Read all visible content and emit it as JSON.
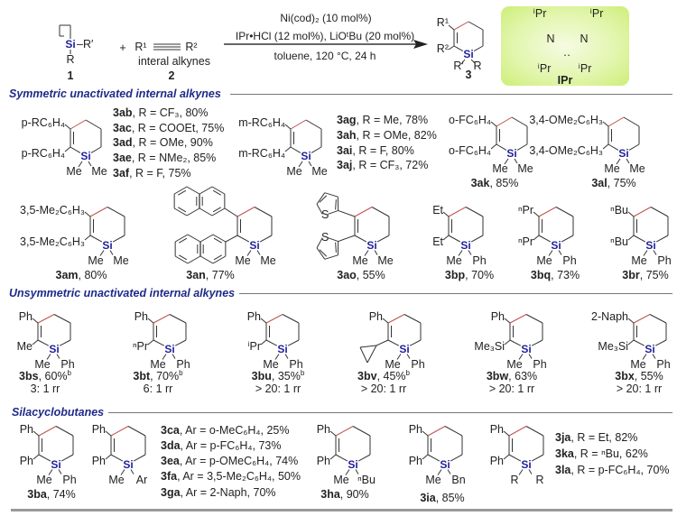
{
  "scheme": {
    "reactant1": {
      "si": "Si",
      "r_prime": "–R′",
      "r": "R",
      "number": "1"
    },
    "plus": "+",
    "reactant2": {
      "r1": "R¹",
      "r2": "R²",
      "caption": "interal alkynes",
      "number": "2"
    },
    "conditions": [
      "Ni(cod)₂ (10 mol%)",
      "IPr•HCl (12 mol%), LiOᵗBu (20 mol%)",
      "toluene, 120 °C, 24 h"
    ],
    "product": {
      "r1": "R¹",
      "r2": "R²",
      "si": "Si",
      "r_prime": "R′",
      "r": "R",
      "number": "3"
    },
    "ligand": {
      "name": "IPr",
      "n": "N",
      "ipr": "ⁱPr",
      "carbene_dots": "··"
    }
  },
  "sections": [
    {
      "title": "Symmetric unactivated internal alkynes"
    },
    {
      "title": "Unsymmetric unactivated internal alkynes"
    },
    {
      "title": "Silacyclobutanes"
    }
  ],
  "si_label": "Si",
  "thiophene_s": "S",
  "structures": [
    {
      "r1": "p-RC₆H₄",
      "r2": "p-RC₆H₄",
      "si_left": "Me",
      "si_right": "Me"
    },
    {
      "r1": "m-RC₆H₄",
      "r2": "m-RC₆H₄",
      "si_left": "Me",
      "si_right": "Me"
    },
    {
      "r1": "o-FC₆H₄",
      "r2": "o-FC₆H₄",
      "si_left": "Me",
      "si_right": "Me",
      "label": {
        "id": "3ak",
        "text": ", 85%"
      }
    },
    {
      "r1": "3,4-OMe₂C₆H₃",
      "r2": "3,4-OMe₂C₆H₃",
      "si_left": "Me",
      "si_right": "Me",
      "label": {
        "id": "3al",
        "text": ", 75%"
      }
    },
    {
      "r1": "3,5-Me₂C₆H₃",
      "r2": "3,5-Me₂C₆H₃",
      "si_left": "Me",
      "si_right": "Me",
      "label": {
        "id": "3am",
        "text": ", 80%"
      }
    },
    {
      "si_left": "Me",
      "si_right": "Me",
      "label": {
        "id": "3an",
        "text": ", 77%"
      }
    },
    {
      "si_left": "Me",
      "si_right": "Me",
      "label": {
        "id": "3ao",
        "text": ", 55%"
      }
    },
    {
      "r1": "Et",
      "r2": "Et",
      "si_left": "Me",
      "si_right": "Ph",
      "label": {
        "id": "3bp",
        "text": ", 70%"
      }
    },
    {
      "r1": "ⁿPr",
      "r2": "ⁿPr",
      "si_left": "Me",
      "si_right": "Ph",
      "label": {
        "id": "3bq",
        "text": ", 73%"
      }
    },
    {
      "r1": "ⁿBu",
      "r2": "ⁿBu",
      "si_left": "Me",
      "si_right": "Ph",
      "label": {
        "id": "3br",
        "text": ", 75%"
      }
    },
    {
      "r1": "Ph",
      "r2": "Me",
      "si_left": "Me",
      "si_right": "Ph",
      "label": {
        "id": "3bs",
        "text": ", 60%",
        "note": "b"
      },
      "rr": "3: 1 rr"
    },
    {
      "r1": "Ph",
      "r2": "ⁿPr",
      "si_left": "Me",
      "si_right": "Ph",
      "label": {
        "id": "3bt",
        "text": ", 70%",
        "note": "b"
      },
      "rr": "6: 1 rr"
    },
    {
      "r1": "Ph",
      "r2": "ⁱPr",
      "si_left": "Me",
      "si_right": "Ph",
      "label": {
        "id": "3bu",
        "text": ", 35%",
        "note": "b"
      },
      "rr": "> 20: 1 rr"
    },
    {
      "r1": "Ph",
      "si_left": "Me",
      "si_right": "Ph",
      "label": {
        "id": "3bv",
        "text": ", 45%",
        "note": "b"
      },
      "rr": "> 20: 1 rr"
    },
    {
      "r1": "Ph",
      "r2": "Me₃Si",
      "si_left": "Me",
      "si_right": "Ph",
      "label": {
        "id": "3bw",
        "text": ", 63%"
      },
      "rr": "> 20: 1 rr"
    },
    {
      "r1": "2-Naph",
      "r2": "Me₃Si",
      "si_left": "Me",
      "si_right": "Ph",
      "label": {
        "id": "3bx",
        "text": ", 55%"
      },
      "rr": "> 20: 1 rr"
    },
    {
      "r1": "Ph",
      "r2": "Ph",
      "si_left": "Me",
      "si_right": "Ph",
      "label": {
        "id": "3ba",
        "text": ", 74%"
      }
    },
    {
      "r1": "Ph",
      "r2": "Ph",
      "si_left": "Me",
      "si_right": "Ar"
    },
    {
      "r1": "Ph",
      "r2": "Ph",
      "si_left": "Me",
      "si_right": "ⁿBu",
      "label": {
        "id": "3ha",
        "text": ", 90%"
      }
    },
    {
      "r1": "Ph",
      "r2": "Ph",
      "si_left": "Me",
      "si_right": "Bn",
      "label": {
        "id": "3ia",
        "text": ", 85%"
      }
    },
    {
      "r1": "Ph",
      "r2": "Ph",
      "si_left": "R",
      "si_right": "R"
    }
  ],
  "lists": [
    [
      {
        "id": "3ab",
        "text": ", R = CF₃, 80%"
      },
      {
        "id": "3ac",
        "text": ", R = COOEt, 75%"
      },
      {
        "id": "3ad",
        "text": ", R = OMe, 90%"
      },
      {
        "id": "3ae",
        "text": ", R = NMe₂, 85%"
      },
      {
        "id": "3af",
        "text": ", R = F, 75%"
      }
    ],
    [
      {
        "id": "3ag",
        "text": ", R = Me, 78%"
      },
      {
        "id": "3ah",
        "text": ", R = OMe, 82%"
      },
      {
        "id": "3ai",
        "text": ", R = F, 80%"
      },
      {
        "id": "3aj",
        "text": ", R = CF₃, 72%"
      }
    ],
    [
      {
        "id": "3ca",
        "text": ", Ar = o-MeC₆H₄, 25%"
      },
      {
        "id": "3da",
        "text": ", Ar = p-FC₆H₄, 73%"
      },
      {
        "id": "3ea",
        "text": ", Ar = p-OMeC₆H₄, 74%"
      },
      {
        "id": "3fa",
        "text": ", Ar = 3,5-Me₂C₆H₄, 50%"
      },
      {
        "id": "3ga",
        "text": ", Ar = 2-Naph, 70%"
      }
    ],
    [
      {
        "id": "3ja",
        "text": ", R = Et, 82%"
      },
      {
        "id": "3ka",
        "text": ", R = ⁿBu, 62%"
      },
      {
        "id": "3la",
        "text": ", R = p-FC₆H₄, 70%"
      }
    ]
  ],
  "colors": {
    "new_bond": "#c0504d",
    "bond": "#333333",
    "si": "#1f1f9a",
    "section_title": "#1f2a8a",
    "ligand_box": "#d8f290"
  }
}
